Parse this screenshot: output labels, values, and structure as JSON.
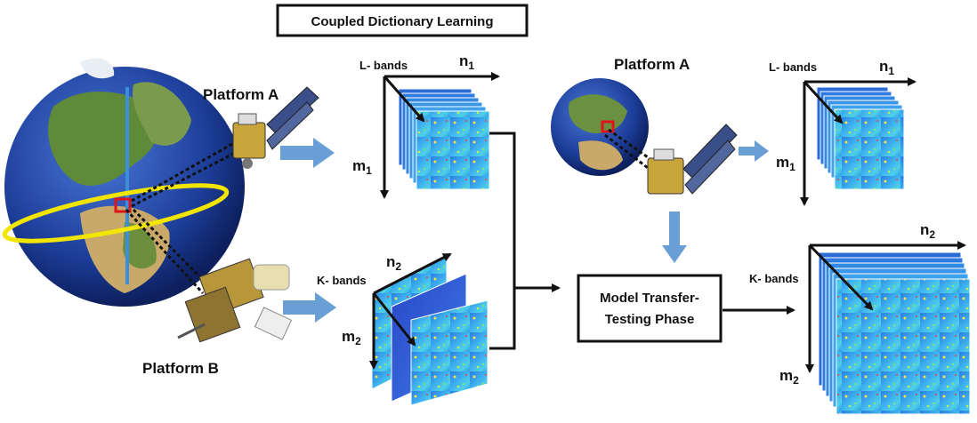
{
  "title": "Coupled Dictionary Learning",
  "platform_a_left": "Platform A",
  "platform_a_right": "Platform A",
  "platform_b": "Platform B",
  "l_bands_1": "L- bands",
  "l_bands_2": "L- bands",
  "k_bands_1": "K- bands",
  "k_bands_2": "K- bands",
  "n1_left": {
    "base": "n",
    "sub": "1"
  },
  "m1_left": {
    "base": "m",
    "sub": "1"
  },
  "n2_left": {
    "base": "n",
    "sub": "2"
  },
  "m2_left": {
    "base": "m",
    "sub": "2"
  },
  "n1_right": {
    "base": "n",
    "sub": "1"
  },
  "m1_right": {
    "base": "m",
    "sub": "1"
  },
  "n2_right": {
    "base": "n",
    "sub": "2"
  },
  "m2_right": {
    "base": "m",
    "sub": "2"
  },
  "model_box": {
    "line1": "Model Transfer-",
    "line2": "Testing Phase"
  },
  "colors": {
    "flow_arrow": "#6a9fd6",
    "orbit": "#f2e600",
    "ocean": "#1d3f9e",
    "cube_front": "#2f8fe0",
    "cube_back": "#3aa6ef",
    "highlight": "#e0141c"
  }
}
